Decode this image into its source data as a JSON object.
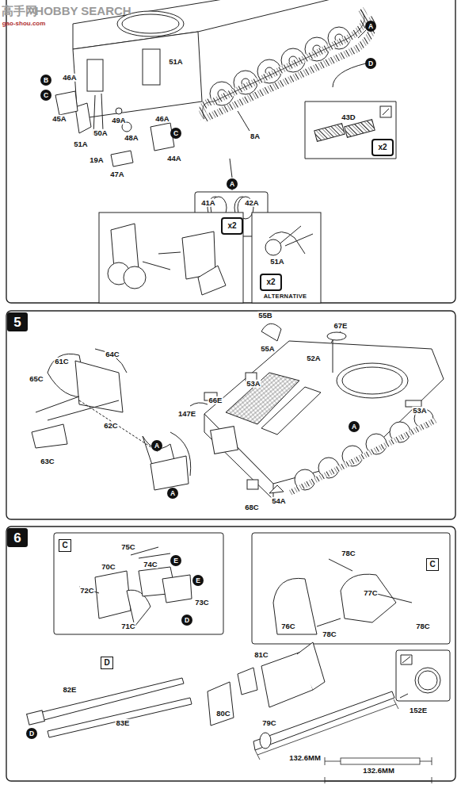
{
  "diagram": {
    "nodes": [
      {
        "text": [
          "B"
        ]
      },
      {
        "text": [
          "C"
        ]
      },
      {
        "text": [
          "A"
        ]
      },
      {
        "text": [
          "D"
        ]
      },
      {
        "text": [
          "C"
        ]
      },
      {
        "text": [
          "x2"
        ]
      },
      {
        "text": [
          "A"
        ]
      },
      {
        "text": [
          "x2"
        ]
      },
      {
        "text": [
          "x2"
        ]
      },
      {
        "text": [
          "5"
        ]
      },
      {
        "text": [
          "A"
        ]
      },
      {
        "text": [
          "A"
        ]
      },
      {
        "text": [
          "A"
        ]
      },
      {
        "text": [
          "6"
        ]
      },
      {
        "text": [
          "C"
        ]
      },
      {
        "text": [
          "E"
        ]
      },
      {
        "text": [
          "E"
        ]
      },
      {
        "text": [
          "D"
        ]
      },
      {
        "text": [
          "C"
        ]
      },
      {
        "text": [
          "D"
        ]
      },
      {
        "text": [
          "D"
        ]
      }
    ],
    "labels": [
      "高手网",
      "HOBBY SEARCH",
      "gao-shou.com",
      "46A",
      "45A",
      "51A",
      "50A",
      "51A",
      "19A",
      "49A",
      "48A",
      "47A",
      "46A",
      "44A",
      "8A",
      "43D",
      "41A",
      "42A",
      "51A",
      "ALTERNATIVE",
      "55B",
      "55A",
      "67E",
      "52A",
      "53A",
      "53A",
      "66E",
      "147E",
      "61C",
      "64C",
      "65C",
      "62C",
      "63C",
      "68C",
      "54A",
      "75C",
      "74C",
      "70C",
      "72C",
      "71C",
      "73C",
      "78C",
      "77C",
      "78C",
      "76C",
      "78C",
      "82E",
      "83E",
      "81C",
      "80C",
      "79C",
      "152E",
      "132.6MM",
      "132.6MM"
    ]
  }
}
